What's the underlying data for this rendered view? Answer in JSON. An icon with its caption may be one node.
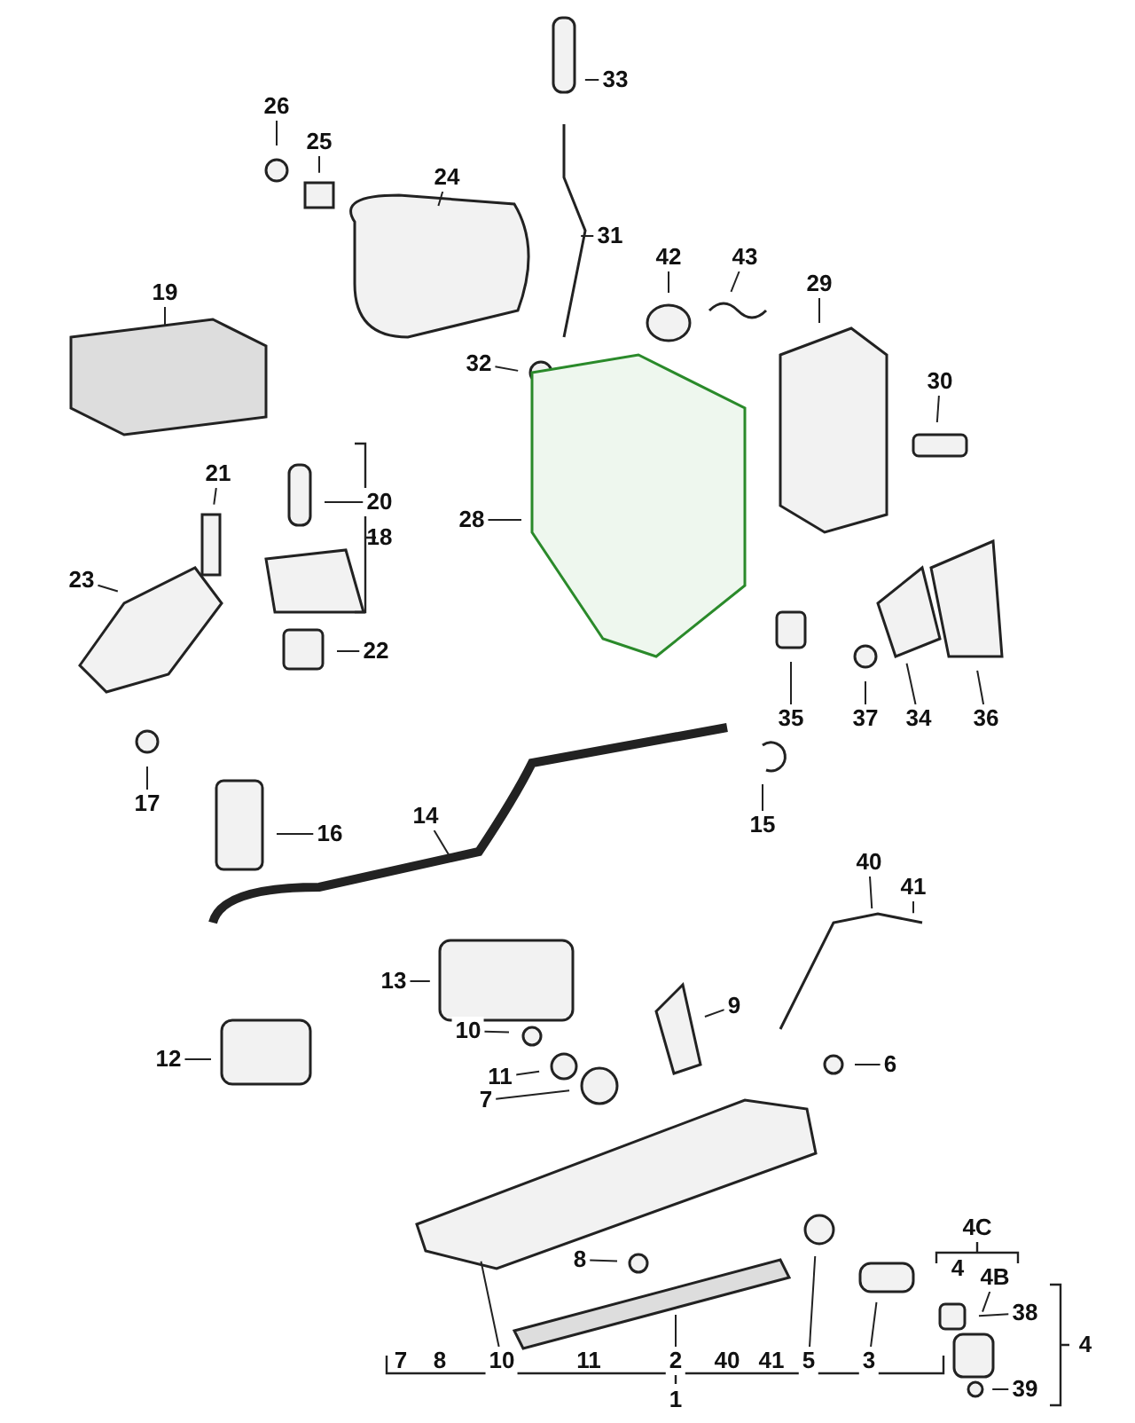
{
  "diagram": {
    "nodes": [
      {
        "text": [
          "33"
        ]
      },
      {
        "text": [
          "26"
        ]
      },
      {
        "text": [
          "25"
        ]
      },
      {
        "text": [
          "24"
        ]
      },
      {
        "text": [
          "31"
        ]
      },
      {
        "text": [
          "42"
        ]
      },
      {
        "text": [
          "43"
        ]
      },
      {
        "text": [
          "29"
        ]
      },
      {
        "text": [
          "19"
        ]
      },
      {
        "text": [
          "32"
        ]
      },
      {
        "text": [
          "30"
        ]
      },
      {
        "text": [
          "21"
        ]
      },
      {
        "text": [
          "20"
        ]
      },
      {
        "text": [
          "28"
        ]
      },
      {
        "text": [
          "23"
        ]
      },
      {
        "text": [
          "22"
        ]
      },
      {
        "text": [
          "35"
        ]
      },
      {
        "text": [
          "37"
        ]
      },
      {
        "text": [
          "34"
        ]
      },
      {
        "text": [
          "36"
        ]
      },
      {
        "text": [
          "17"
        ]
      },
      {
        "text": [
          "16"
        ]
      },
      {
        "text": [
          "14"
        ]
      },
      {
        "text": [
          "15"
        ]
      },
      {
        "text": [
          "40"
        ]
      },
      {
        "text": [
          "41"
        ]
      },
      {
        "text": [
          "13"
        ]
      },
      {
        "text": [
          "9"
        ]
      },
      {
        "text": [
          "10"
        ]
      },
      {
        "text": [
          "6"
        ]
      },
      {
        "text": [
          "11"
        ]
      },
      {
        "text": [
          "12"
        ]
      },
      {
        "text": [
          "7"
        ]
      },
      {
        "text": [
          "8"
        ]
      },
      {
        "text": [
          "4B"
        ]
      },
      {
        "text": [
          "38"
        ]
      },
      {
        "text": [
          "39"
        ]
      },
      {
        "text": [
          "10"
        ]
      },
      {
        "text": [
          "2"
        ]
      },
      {
        "text": [
          "5"
        ]
      },
      {
        "text": [
          "3"
        ]
      }
    ],
    "edges": [
      {
        "from": 0,
        "to": null,
        "arrow": "none"
      },
      {
        "from": 1,
        "to": null,
        "arrow": "none"
      },
      {
        "from": 2,
        "to": null,
        "arrow": "none"
      },
      {
        "from": 3,
        "to": null,
        "arrow": "none"
      },
      {
        "from": 4,
        "to": null,
        "arrow": "none"
      },
      {
        "from": 5,
        "to": null,
        "arrow": "none"
      },
      {
        "from": 6,
        "to": null,
        "arrow": "none"
      },
      {
        "from": 7,
        "to": null,
        "arrow": "none"
      },
      {
        "from": 8,
        "to": null,
        "arrow": "none"
      },
      {
        "from": 9,
        "to": null,
        "arrow": "none"
      },
      {
        "from": 10,
        "to": null,
        "arrow": "none"
      },
      {
        "from": 11,
        "to": null,
        "arrow": "none"
      },
      {
        "from": 12,
        "to": null,
        "arrow": "none"
      },
      {
        "from": 13,
        "to": null,
        "arrow": "none"
      },
      {
        "from": 14,
        "to": null,
        "arrow": "none"
      },
      {
        "from": 15,
        "to": null,
        "arrow": "none"
      },
      {
        "from": 16,
        "to": null,
        "arrow": "none"
      },
      {
        "from": 17,
        "to": null,
        "arrow": "none"
      },
      {
        "from": 18,
        "to": null,
        "arrow": "none"
      },
      {
        "from": 19,
        "to": null,
        "arrow": "none"
      },
      {
        "from": 20,
        "to": null,
        "arrow": "none"
      },
      {
        "from": 21,
        "to": null,
        "arrow": "none"
      },
      {
        "from": 22,
        "to": null,
        "arrow": "none"
      },
      {
        "from": 23,
        "to": null,
        "arrow": "none"
      },
      {
        "from": 24,
        "to": null,
        "arrow": "none"
      },
      {
        "from": 25,
        "to": null,
        "arrow": "none"
      },
      {
        "from": 26,
        "to": null,
        "arrow": "none"
      },
      {
        "from": 27,
        "to": null,
        "arrow": "none"
      },
      {
        "from": 28,
        "to": null,
        "arrow": "none"
      },
      {
        "from": 29,
        "to": null,
        "arrow": "none"
      },
      {
        "from": 30,
        "to": null,
        "arrow": "none"
      },
      {
        "from": 31,
        "to": null,
        "arrow": "none"
      },
      {
        "from": 32,
        "to": null,
        "arrow": "none"
      },
      {
        "from": 33,
        "to": null,
        "arrow": "none"
      },
      {
        "from": 34,
        "to": null,
        "arrow": "none"
      },
      {
        "from": 35,
        "to": null,
        "arrow": "none"
      },
      {
        "from": 36,
        "to": null,
        "arrow": "none"
      },
      {
        "from": 37,
        "to": null,
        "arrow": "none"
      },
      {
        "from": 38,
        "to": null,
        "arrow": "none"
      },
      {
        "from": 39,
        "to": null,
        "arrow": "none"
      },
      {
        "from": 40,
        "to": null,
        "arrow": "none"
      }
    ],
    "labels": [
      "18",
      "4C",
      "4",
      "4",
      "7",
      "8",
      "11",
      "40",
      "41",
      "1"
    ]
  }
}
